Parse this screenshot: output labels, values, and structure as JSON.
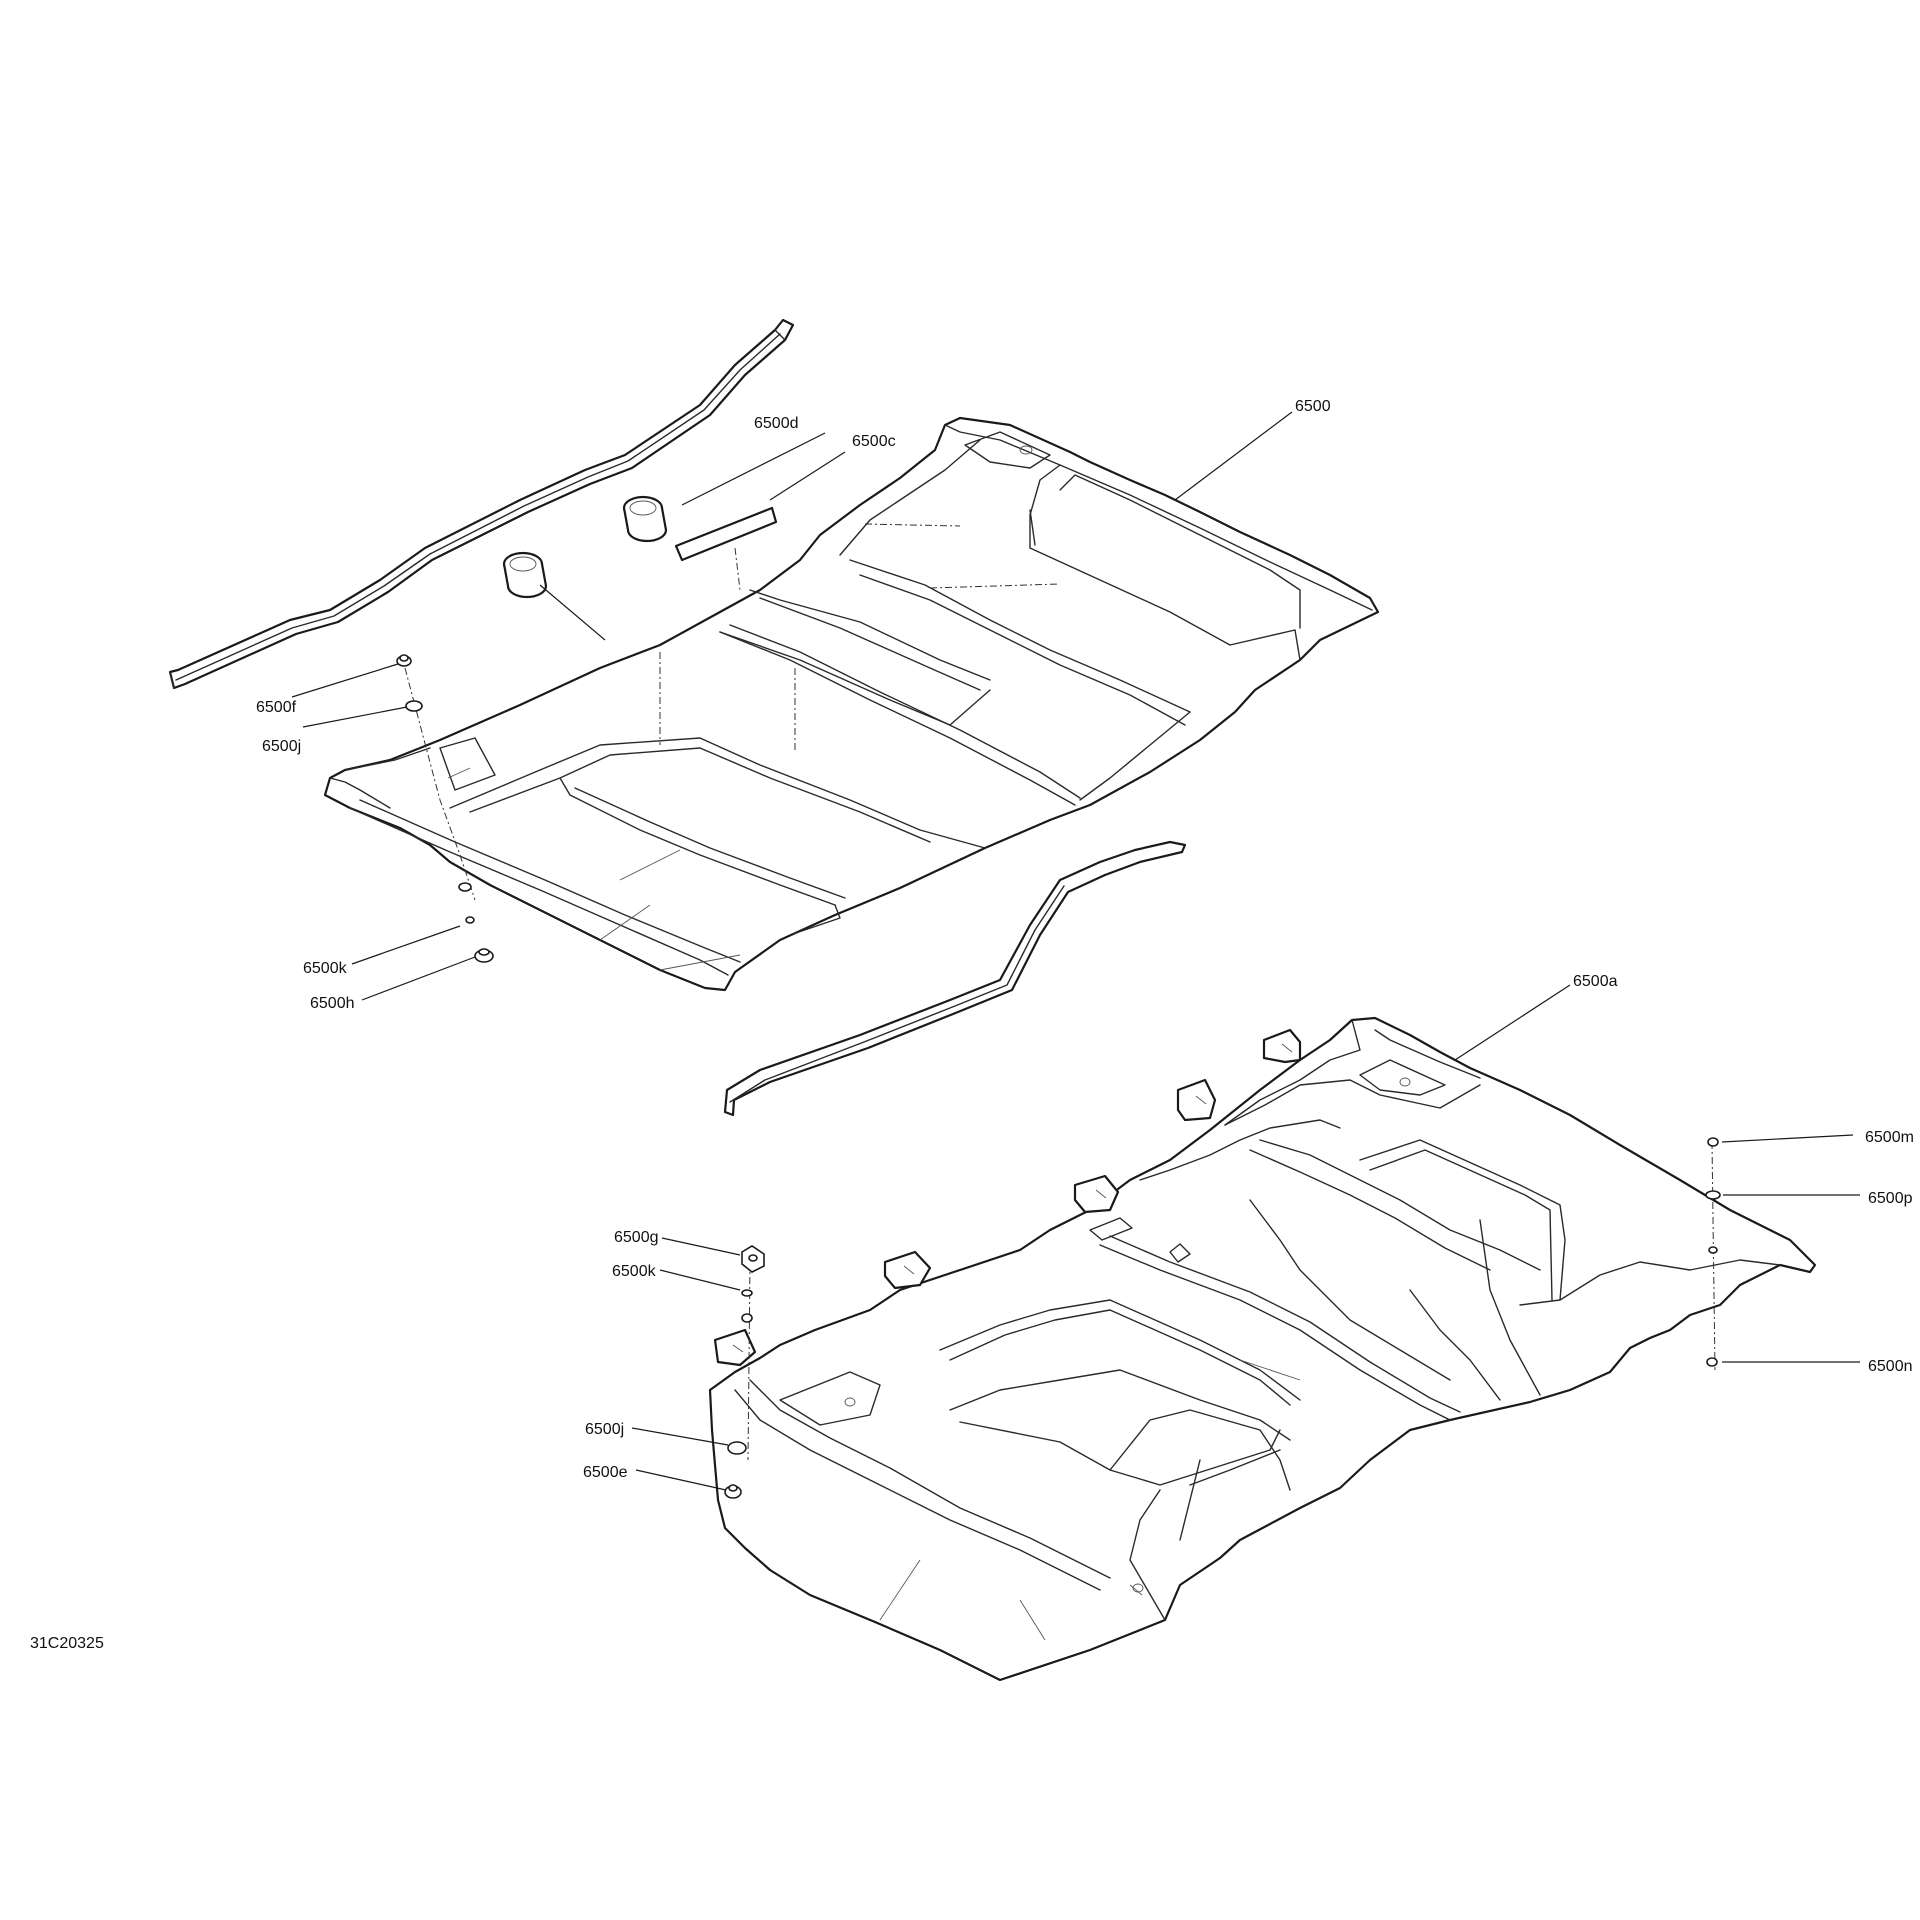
{
  "diagram": {
    "drawing_code": "31C20325",
    "callouts": {
      "c6500": "6500",
      "c6500a": "6500a",
      "c6500c": "6500c",
      "c6500d": "6500d",
      "c6500e": "6500e",
      "c6500f": "6500f",
      "c6500g": "6500g",
      "c6500h": "6500h",
      "c6500j_upper": "6500j",
      "c6500j_lower": "6500j",
      "c6500k_upper": "6500k",
      "c6500k_lower": "6500k",
      "c6500m": "6500m",
      "c6500n": "6500n",
      "c6500p": "6500p"
    }
  }
}
